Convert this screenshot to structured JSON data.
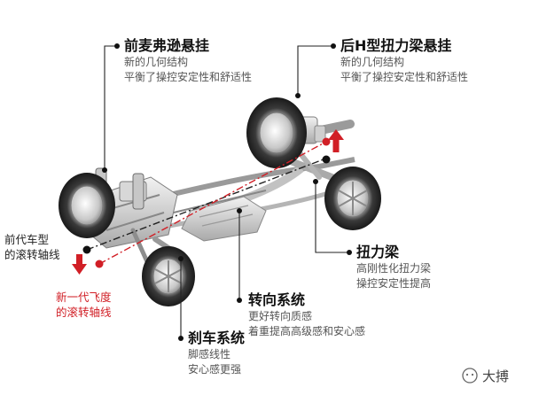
{
  "callouts": {
    "front": {
      "title": "前麦弗逊悬挂",
      "line1": "新的几何结构",
      "line2": "平衡了操控安定性和舒适性"
    },
    "rear": {
      "title": "后H型扭力梁悬挂",
      "line1": "新的几何结构",
      "line2": "平衡了操控安定性和舒适性"
    },
    "torsion": {
      "title": "扭力梁",
      "line1": "高刚性化扭力梁",
      "line2": "操控安定性提高"
    },
    "steering": {
      "title": "转向系统",
      "line1": "更好转向质感",
      "line2": "着重提高高级感和安心感"
    },
    "brake": {
      "title": "刹车系统",
      "line1": "脚感线性",
      "line2": "安心感更强"
    }
  },
  "roll_axis": {
    "old_line1": "前代车型",
    "old_line2": "的滚转轴线",
    "new_line1": "新一代飞度",
    "new_line2": "的滚转轴线",
    "new_color": "#d11f26",
    "old_color": "#222222"
  },
  "watermark": {
    "text": "大搏"
  }
}
